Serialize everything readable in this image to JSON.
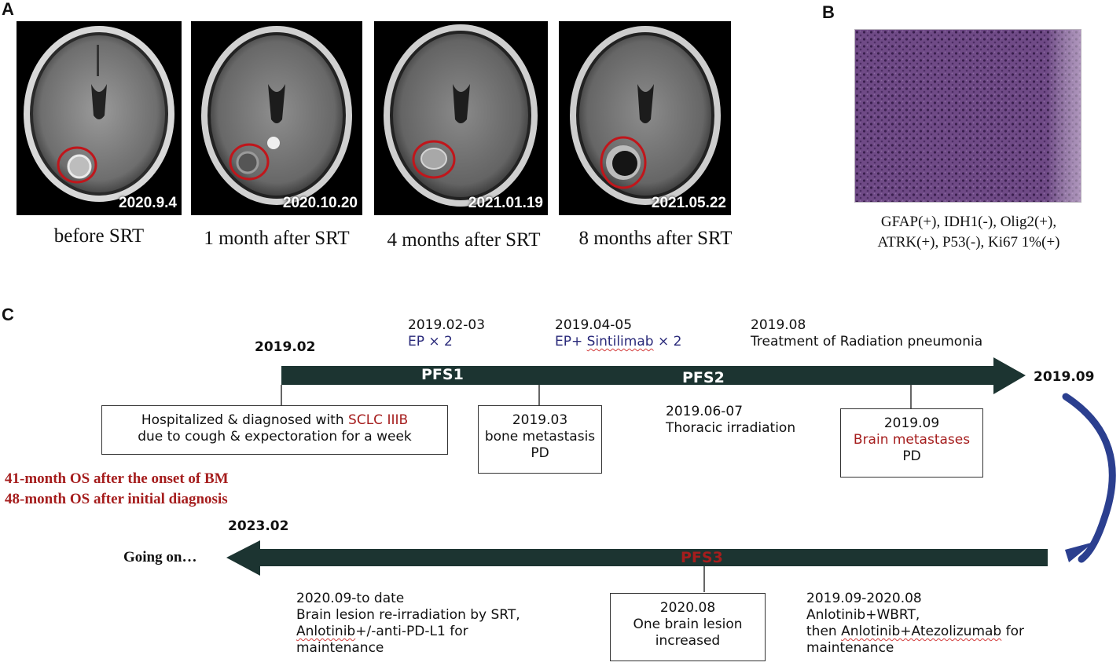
{
  "panels": {
    "a": "A",
    "b": "B",
    "c": "C"
  },
  "mri_images": [
    {
      "date": "2020.9.4",
      "caption": "before SRT"
    },
    {
      "date": "2020.10.20",
      "caption": "1 month after SRT"
    },
    {
      "date": "2021.01.19",
      "caption": "4 months after SRT"
    },
    {
      "date": "2021.05.22",
      "caption": "8 months after SRT"
    }
  ],
  "histology": {
    "line1": "GFAP(+), IDH1(-), Olig2(+),",
    "line2": "ATRK(+), P53(-), Ki67 1%(+)"
  },
  "timeline": {
    "start_date": "2019.02",
    "end_date": "2019.09",
    "bottom_date": "2023.02",
    "going_on": "Going on…",
    "pfs1": "PFS1",
    "pfs2": "PFS2",
    "pfs3": "PFS3",
    "top_events": [
      {
        "date": "2019.02-03",
        "text": "EP × 2"
      },
      {
        "date": "2019.04-05",
        "text_a": "EP+ ",
        "text_b": "Sintilimab",
        "text_c": " × 2"
      },
      {
        "date": "2019.08",
        "text": "Treatment of Radiation pneumonia"
      }
    ],
    "diagnosis_box": {
      "line1_a": "Hospitalized & diagnosed with ",
      "line1_b": "SCLC IIIB",
      "line2": "due to cough & expectoration for a week"
    },
    "bone_box": {
      "date": "2019.03",
      "line1": "bone metastasis",
      "line2": "PD"
    },
    "thoracic": {
      "date": "2019.06-07",
      "text": "Thoracic irradiation"
    },
    "brain_box": {
      "date": "2019.09",
      "line1": "Brain metastases",
      "line2": "PD"
    },
    "os_lines": [
      "41-month OS after the onset of BM",
      "48-month OS after initial diagnosis"
    ],
    "srt_event": {
      "date": "2020.09-to date",
      "line1": "Brain lesion re-irradiation by SRT,",
      "line2_a": "Anlotinib",
      "line2_b": "+/-anti-PD-L1 for",
      "line3": "maintenance"
    },
    "lesion_box": {
      "date": "2020.08",
      "line1": "One brain lesion",
      "line2": "increased"
    },
    "wbrt_event": {
      "date": "2019.09-2020.08",
      "line1": "Anlotinib+WBRT,",
      "line2_a": "then ",
      "line2_b": "Anlotinib+Atezolizumab",
      "line2_c": " for",
      "line3": "maintenance"
    }
  },
  "colors": {
    "arrow": "#1c3431",
    "accent_red": "#a51d1d",
    "curve_arrow": "#2b3f8f",
    "circle": "#c0161b"
  }
}
